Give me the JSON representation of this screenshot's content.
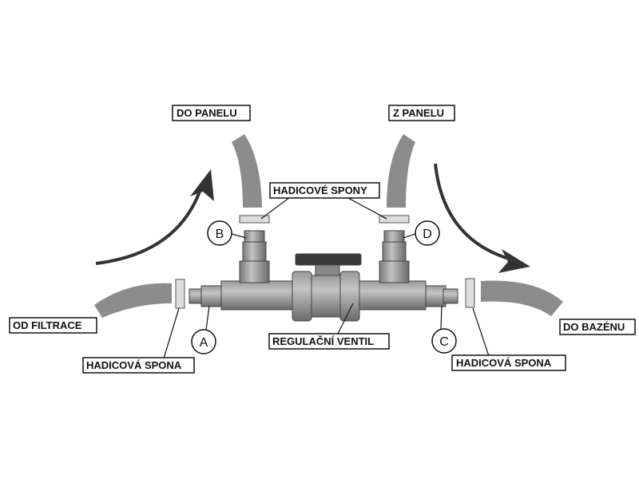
{
  "labels": {
    "to_panel": "DO PANELU",
    "from_panel": "Z PANELU",
    "hose_clamps": "HADICOVÉ SPONY",
    "from_filtration": "OD FILTRACE",
    "hose_clamp_left": "HADICOVÁ SPONA",
    "regulating_valve": "REGULAČNÍ VENTIL",
    "hose_clamp_right": "HADICOVÁ SPONA",
    "to_pool": "DO BAZÉNU"
  },
  "markers": {
    "a": "A",
    "b": "B",
    "c": "C",
    "d": "D"
  }
}
